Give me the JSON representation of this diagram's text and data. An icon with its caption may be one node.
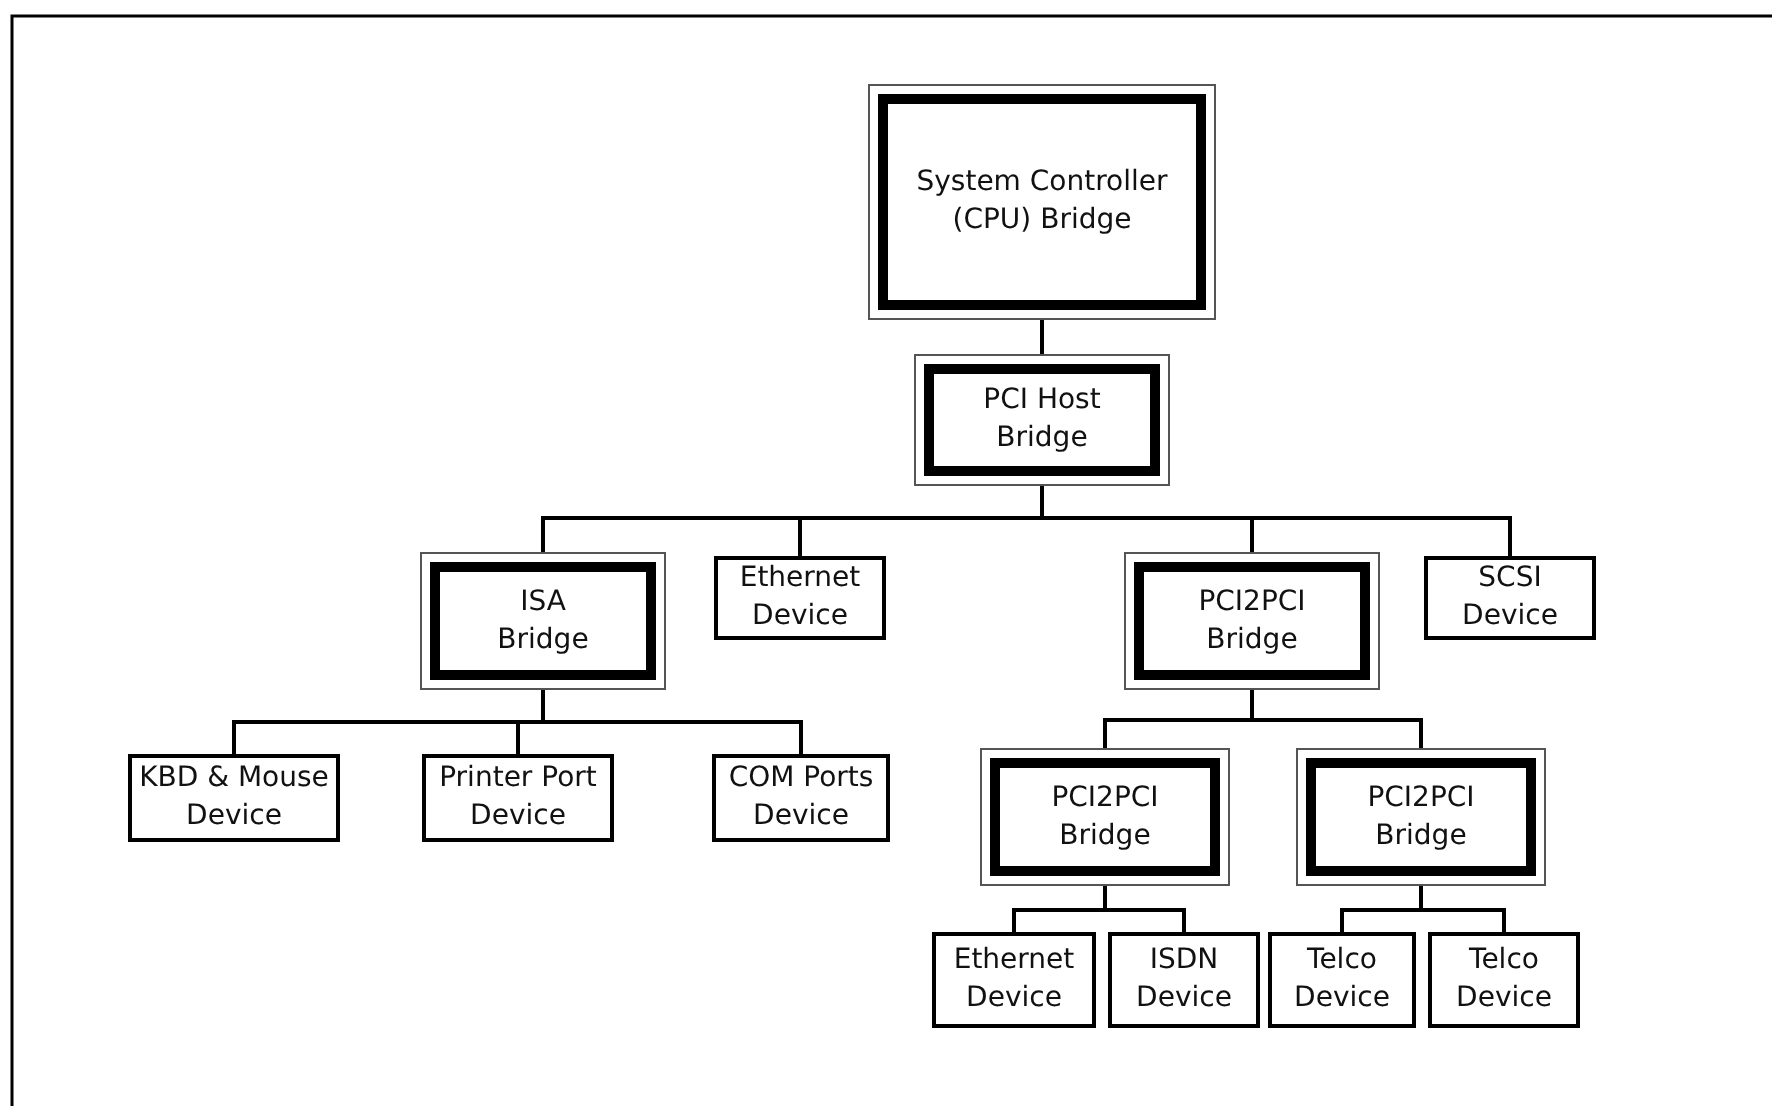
{
  "diagram": {
    "nodes": [
      {
        "text": [
          "System Controller (CPU) Bridge"
        ]
      },
      {
        "text": [
          "PCI Host Bridge"
        ]
      },
      {
        "text": [
          "ISA Bridge"
        ]
      },
      {
        "text": [
          "Ethernet Device"
        ]
      },
      {
        "text": [
          "PCI2PCI Bridge"
        ]
      },
      {
        "text": [
          "SCSI Device"
        ]
      },
      {
        "text": [
          "KBD & Mouse Device"
        ]
      },
      {
        "text": [
          "Printer Port Device"
        ]
      },
      {
        "text": [
          "COM Ports Device"
        ]
      },
      {
        "text": [
          "PCI2PCI Bridge"
        ]
      },
      {
        "text": [
          "PCI2PCI Bridge"
        ]
      },
      {
        "text": [
          "Ethernet Device"
        ]
      },
      {
        "text": [
          "ISDN Device"
        ]
      },
      {
        "text": [
          "Telco Device"
        ]
      },
      {
        "text": [
          "Telco Device"
        ]
      }
    ],
    "edges": [
      {
        "from": 0,
        "to": 1,
        "arrow": "none"
      },
      {
        "from": 1,
        "to": 2,
        "arrow": "none"
      },
      {
        "from": 1,
        "to": 3,
        "arrow": "none"
      },
      {
        "from": 1,
        "to": 4,
        "arrow": "none"
      },
      {
        "from": 1,
        "to": 5,
        "arrow": "none"
      },
      {
        "from": 2,
        "to": 6,
        "arrow": "none"
      },
      {
        "from": 2,
        "to": 7,
        "arrow": "none"
      },
      {
        "from": 2,
        "to": 8,
        "arrow": "none"
      },
      {
        "from": 4,
        "to": 9,
        "arrow": "none"
      },
      {
        "from": 4,
        "to": 10,
        "arrow": "none"
      },
      {
        "from": 9,
        "to": 11,
        "arrow": "none"
      },
      {
        "from": 9,
        "to": 12,
        "arrow": "none"
      },
      {
        "from": 10,
        "to": 13,
        "arrow": "none"
      },
      {
        "from": 10,
        "to": 14,
        "arrow": "none"
      }
    ]
  }
}
